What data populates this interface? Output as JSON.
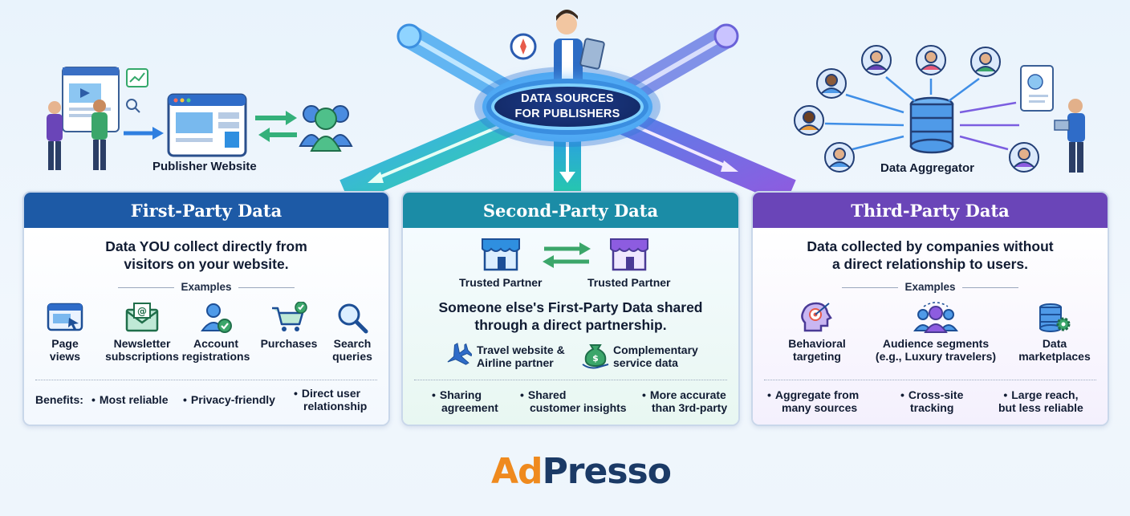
{
  "hub": {
    "line1": "DATA SOURCES",
    "line2": "FOR PUBLISHERS"
  },
  "top_labels": {
    "publisher_website": "Publisher Website",
    "data_aggregator": "Data Aggregator"
  },
  "colors": {
    "first_party": "#1d5aa6",
    "second_party": "#1b8ca6",
    "third_party": "#6a45b8",
    "logo_orange": "#ef8a1e",
    "logo_navy": "#1b3a66"
  },
  "first_party": {
    "title": "First-Party Data",
    "description_line1": "Data YOU collect directly from",
    "description_line2": "visitors on your website.",
    "examples_label": "Examples",
    "examples": [
      {
        "l1": "Page",
        "l2": "views",
        "icon": "browser-icon"
      },
      {
        "l1": "Newsletter",
        "l2": "subscriptions",
        "icon": "envelope-icon"
      },
      {
        "l1": "Account",
        "l2": "registrations",
        "icon": "user-check-icon"
      },
      {
        "l1": "Purchases",
        "l2": "",
        "icon": "cart-icon"
      },
      {
        "l1": "Search",
        "l2": "queries",
        "icon": "magnifier-icon"
      }
    ],
    "benefits_label": "Benefits:",
    "benefits": [
      {
        "l1": "Most reliable",
        "l2": ""
      },
      {
        "l1": "Privacy-friendly",
        "l2": ""
      },
      {
        "l1": "Direct user",
        "l2": "relationship"
      }
    ]
  },
  "second_party": {
    "title": "Second-Party Data",
    "partner_a": "Trusted Partner",
    "partner_b": "Trusted Partner",
    "description_line1": "Someone else's First-Party Data shared",
    "description_line2": "through a direct partnership.",
    "examples": [
      {
        "l1": "Travel website &",
        "l2": "Airline partner",
        "icon": "airplane-icon"
      },
      {
        "l1": "Complementary",
        "l2": "service data",
        "icon": "money-bag-icon"
      }
    ],
    "benefits": [
      {
        "l1": "Sharing",
        "l2": "agreement"
      },
      {
        "l1": "Shared",
        "l2": "customer insights"
      },
      {
        "l1": "More accurate",
        "l2": "than 3rd-party"
      }
    ]
  },
  "third_party": {
    "title": "Third-Party Data",
    "description_line1": "Data collected by companies without",
    "description_line2": "a direct relationship to users.",
    "examples_label": "Examples",
    "examples": [
      {
        "l1": "Behavioral",
        "l2": "targeting",
        "icon": "head-target-icon"
      },
      {
        "l1": "Audience segments",
        "l2": "(e.g., Luxury travelers)",
        "icon": "group-icon"
      },
      {
        "l1": "Data",
        "l2": "marketplaces",
        "icon": "database-gear-icon"
      }
    ],
    "benefits": [
      {
        "l1": "Aggregate from",
        "l2": "many sources"
      },
      {
        "l1": "Cross-site",
        "l2": "tracking"
      },
      {
        "l1": "Large reach,",
        "l2": "but less reliable"
      }
    ]
  },
  "logo": {
    "part1": "Ad",
    "part2": "Presso"
  }
}
